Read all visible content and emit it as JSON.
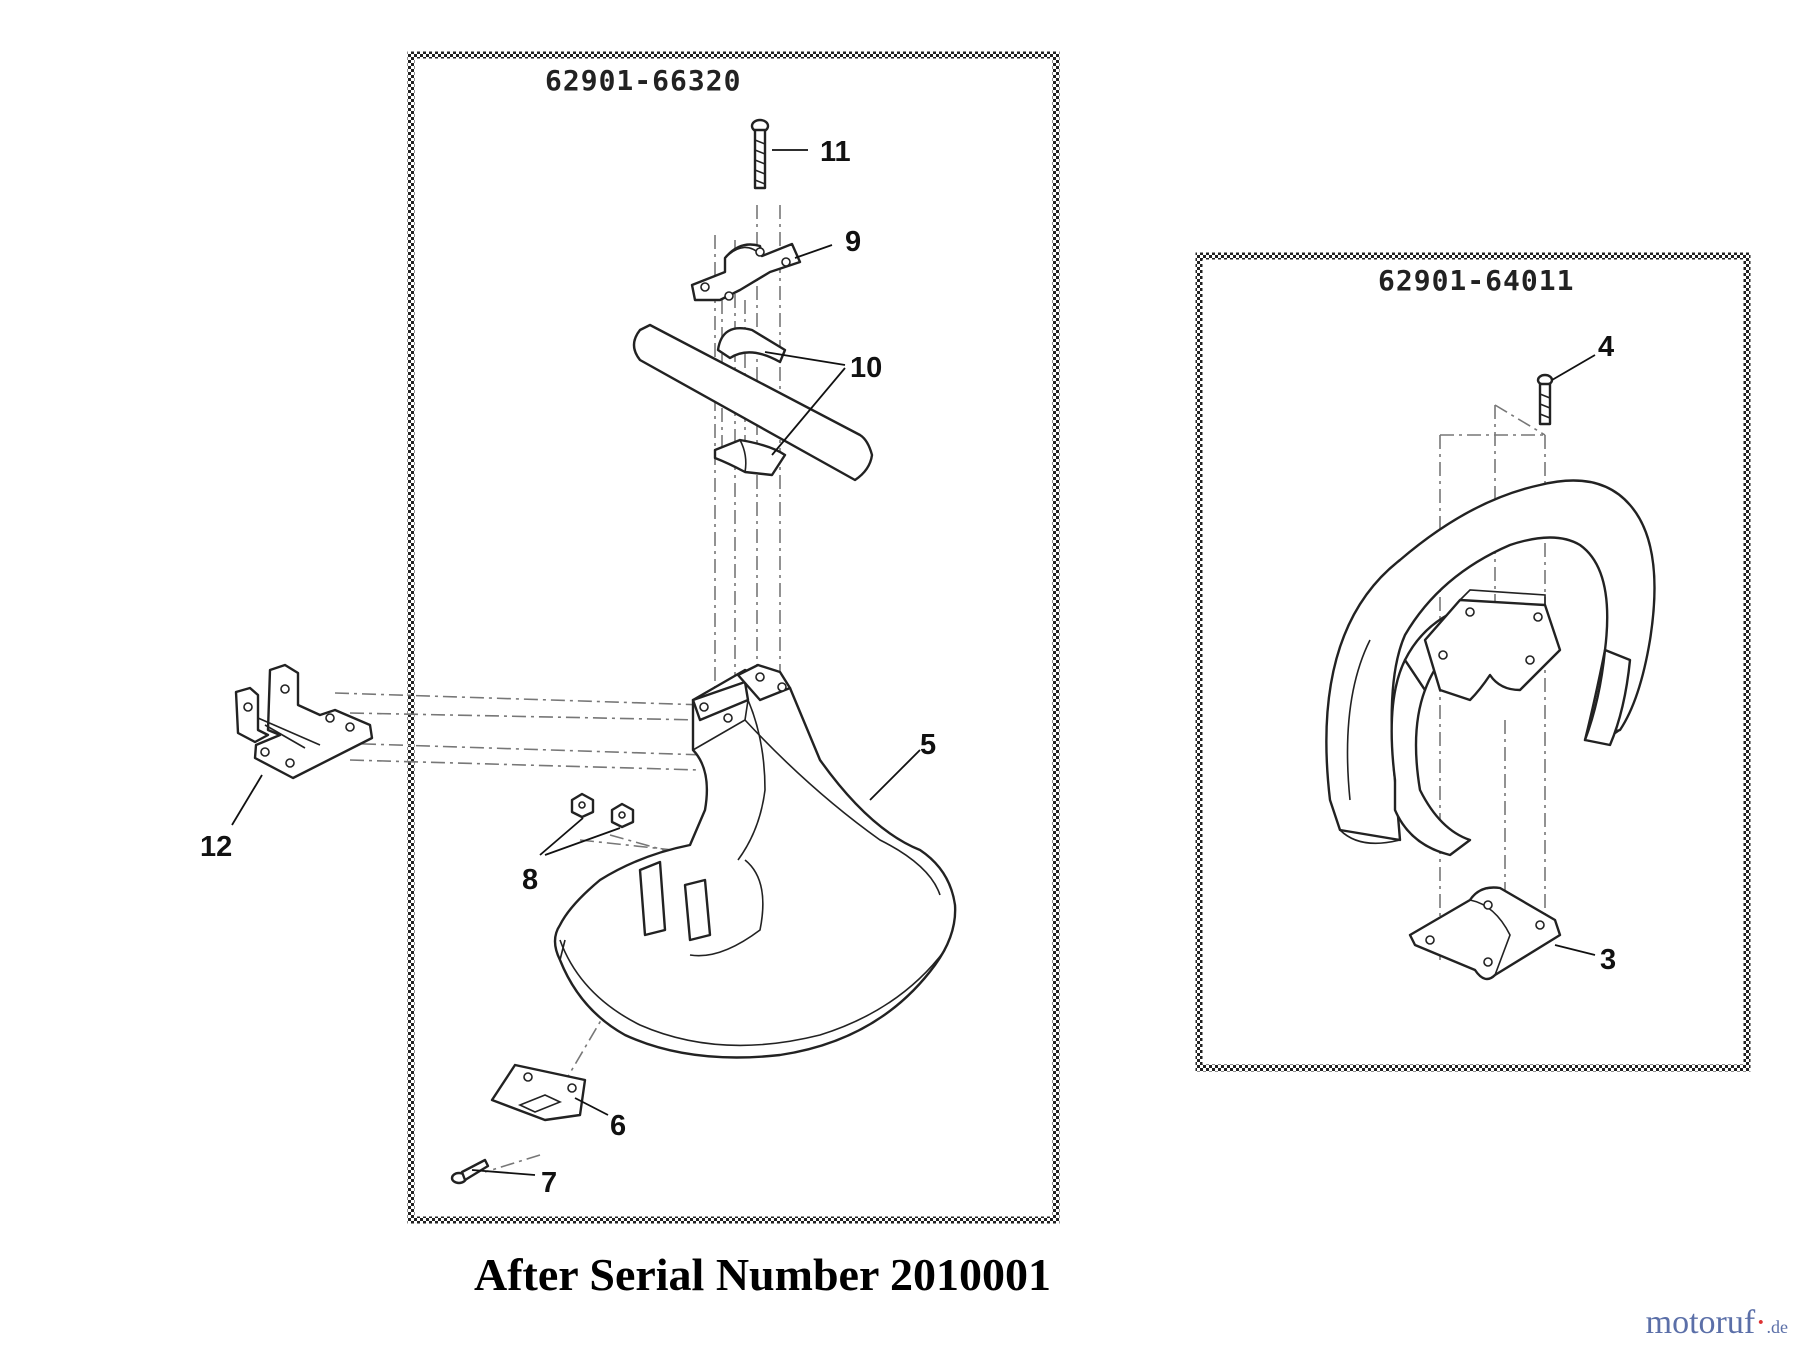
{
  "title": "After Serial Number 2010001",
  "watermark": {
    "main": "motoruf",
    "tld": ".de"
  },
  "kits": [
    {
      "code": "62901-66320"
    },
    {
      "code": "62901-64011"
    }
  ],
  "callouts": [
    "11",
    "9",
    "10",
    "5",
    "12",
    "8",
    "6",
    "7",
    "4",
    "3"
  ]
}
